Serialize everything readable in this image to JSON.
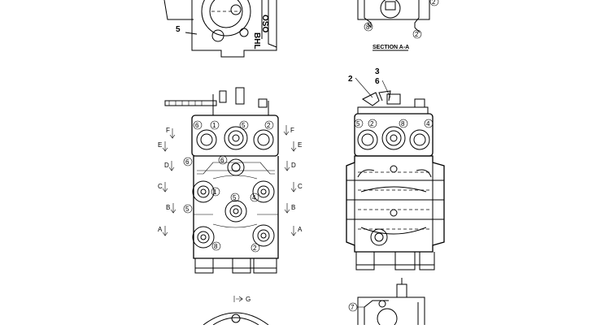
{
  "drawing": {
    "top_left_callout": "5",
    "section_title": "SECTION A-A",
    "section_callouts": [
      "8",
      "2",
      "2"
    ],
    "top_right_labels": [
      "2",
      "3",
      "6"
    ],
    "left_top_callouts": [
      "6",
      "1",
      "5",
      "2"
    ],
    "left_mid_callouts": [
      "6",
      "6",
      "1",
      "5",
      "4",
      "5",
      "8",
      "2"
    ],
    "right_top_callouts": [
      "5",
      "2",
      "8",
      "4"
    ],
    "bottom_right_callout": "7",
    "section_letters_left": [
      "F",
      "E",
      "D",
      "C",
      "B",
      "A"
    ],
    "section_letters_right": [
      "F",
      "E",
      "D",
      "C",
      "B",
      "A"
    ],
    "bottom_view_letter": "G",
    "side_text": "OSO",
    "side_text_2": "BHL"
  }
}
